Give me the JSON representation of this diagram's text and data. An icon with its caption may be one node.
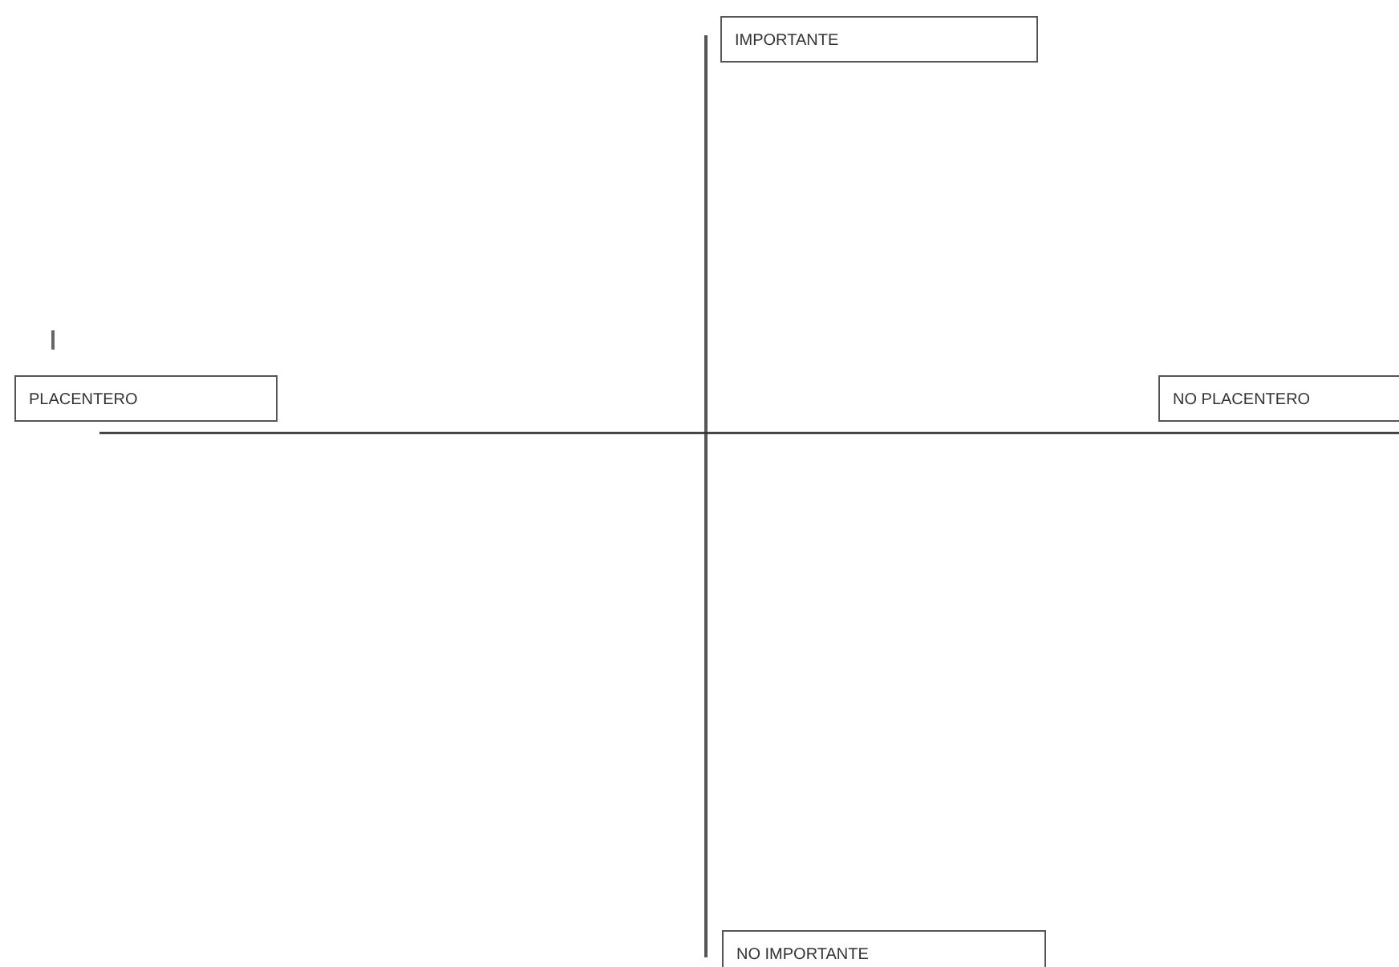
{
  "diagram": {
    "nodes": [
      {
        "text": [
          "IMPORTANTE"
        ]
      },
      {
        "text": [
          "PLACENTERO"
        ]
      },
      {
        "text": [
          "NO PLACENTERO"
        ]
      },
      {
        "text": [
          "NO IMPORTANTE"
        ]
      }
    ]
  }
}
